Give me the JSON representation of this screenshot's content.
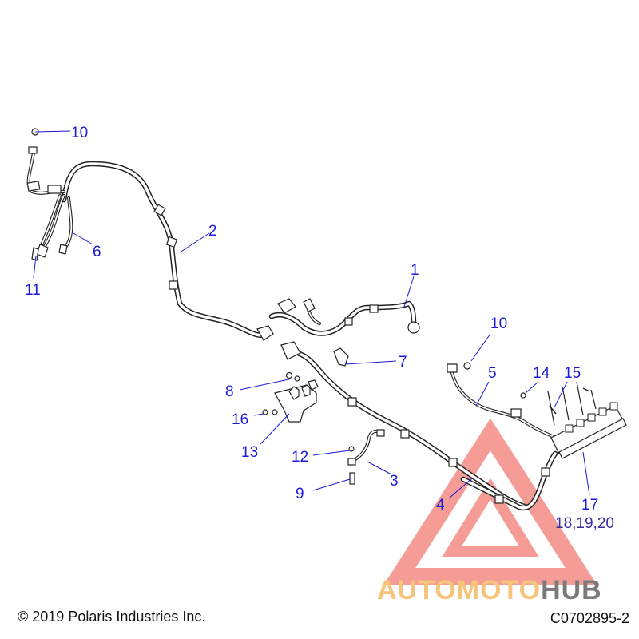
{
  "callouts": [
    {
      "id": "10a",
      "text": "10"
    },
    {
      "id": "2",
      "text": "2"
    },
    {
      "id": "6",
      "text": "6"
    },
    {
      "id": "11",
      "text": "11"
    },
    {
      "id": "1",
      "text": "1"
    },
    {
      "id": "10b",
      "text": "10"
    },
    {
      "id": "7",
      "text": "7"
    },
    {
      "id": "5",
      "text": "5"
    },
    {
      "id": "14",
      "text": "14"
    },
    {
      "id": "15",
      "text": "15"
    },
    {
      "id": "8",
      "text": "8"
    },
    {
      "id": "16",
      "text": "16"
    },
    {
      "id": "13",
      "text": "13"
    },
    {
      "id": "12",
      "text": "12"
    },
    {
      "id": "3",
      "text": "3"
    },
    {
      "id": "9",
      "text": "9"
    },
    {
      "id": "4",
      "text": "4"
    },
    {
      "id": "17",
      "text": "17"
    },
    {
      "id": "18",
      "text": "18,19,20"
    }
  ],
  "watermark": {
    "text_part1": "AUTOMOTO",
    "text_part2": "HUB",
    "color_primary": "#f28b82",
    "color_secondary": "#f6c47a",
    "color_dark": "#7a7a7a"
  },
  "footer": {
    "copyright": "© 2019 Polaris Industries Inc.",
    "figure_code": "C0702895-2"
  },
  "colors": {
    "callout_text": "#1a1ad8",
    "line_art": "#222222",
    "background": "#ffffff"
  }
}
